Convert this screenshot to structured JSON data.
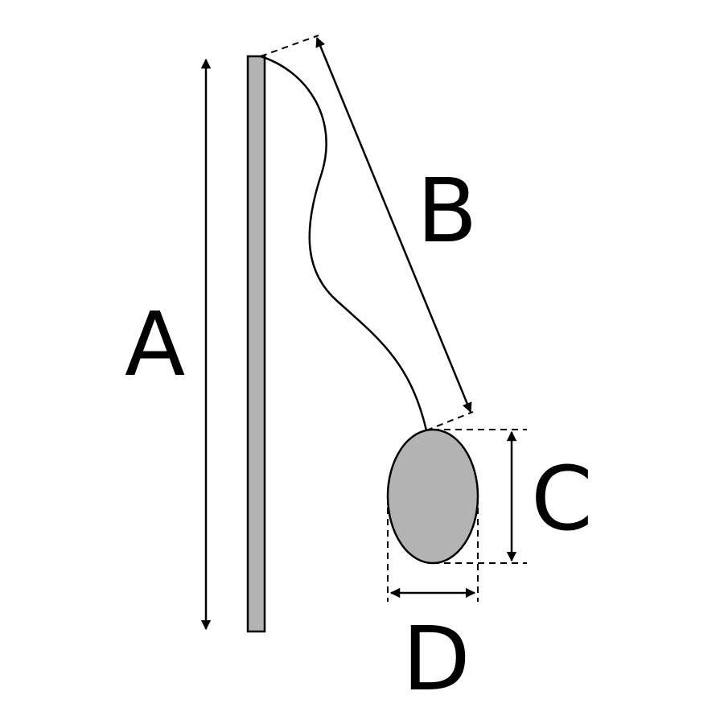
{
  "labels": {
    "a": "A",
    "b": "B",
    "c": "C",
    "d": "D"
  },
  "colors": {
    "stroke": "#000000",
    "rod_fill": "#b3b3b3",
    "bob_fill": "#b3b3b3",
    "background": "#ffffff"
  }
}
